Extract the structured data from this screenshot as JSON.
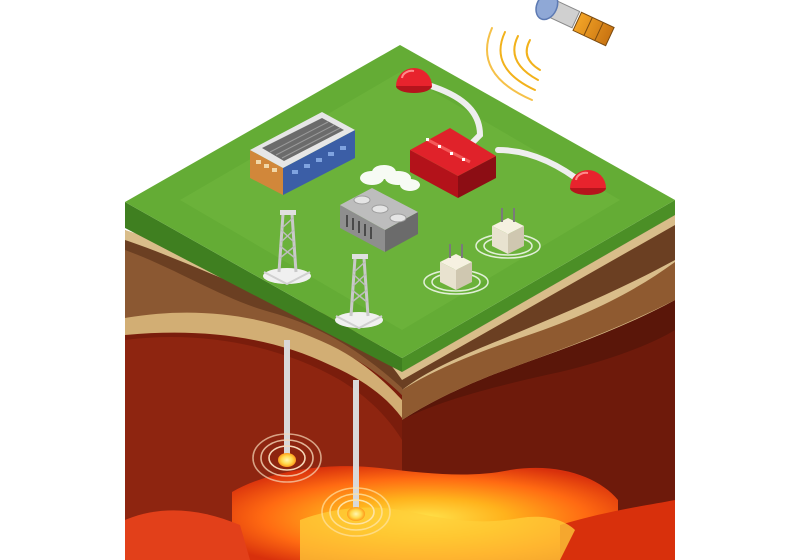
{
  "illustration": {
    "subject": "geothermal-energy-isometric-block",
    "text_labels": []
  },
  "colors": {
    "background": "#ffffff",
    "grass_top": "#5fa532",
    "grass_top_light": "#6cb43a",
    "grass_edge": "#3d7d1e",
    "sand_layer": "#d9bd8a",
    "dark_soil_layer": "#6b3f22",
    "brown_layer": "#8a5530",
    "deep_red_layer": "#7a1d0c",
    "magma_bright": "#ffd23a",
    "magma_orange": "#ff7a14",
    "magma_red": "#d82c0c",
    "factory_red": "#e0222a",
    "dome_red": "#e8232d",
    "pipe_white": "#eeeeee",
    "satellite_panel": "#e9951f",
    "signal_wave": "#f2b21b"
  },
  "elements": {
    "power_plant_count": 1,
    "drilling_rigs": 2,
    "cooling_tower_groups": 1,
    "transformer_boxes": 2,
    "red_domes": 2,
    "wells": 2,
    "satellites": 1
  }
}
